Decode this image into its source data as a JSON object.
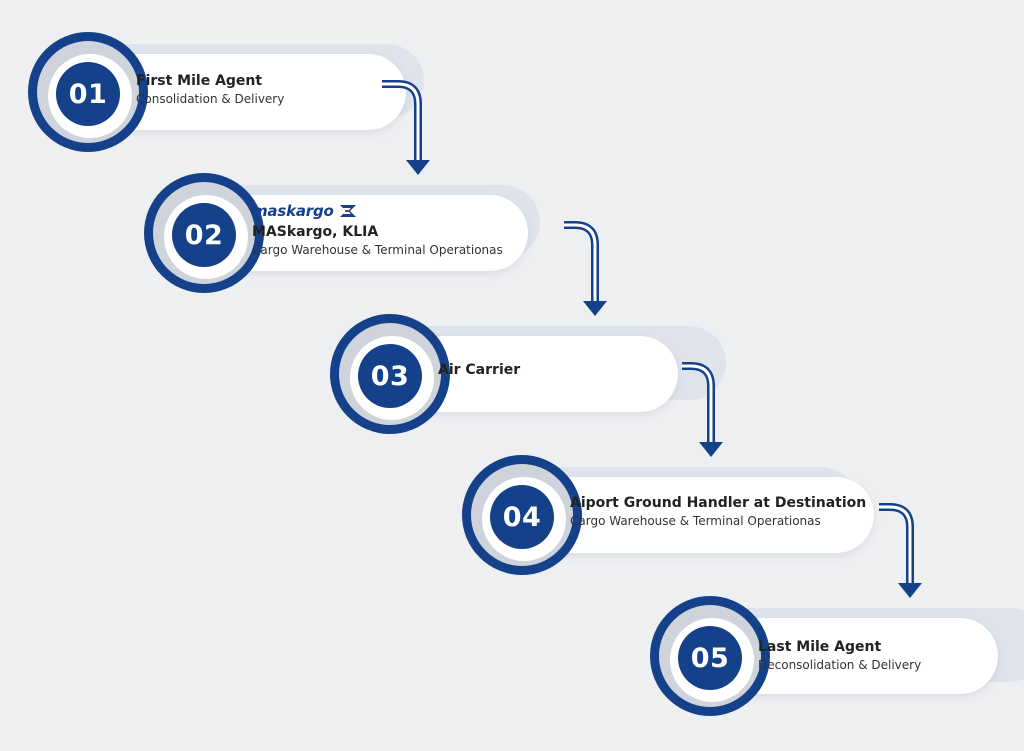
{
  "steps": [
    {
      "number": "01",
      "title": "First Mile Agent",
      "subtitle": "Consolidation & Delivery"
    },
    {
      "number": "02",
      "logo": "maskargo",
      "title": "MASkargo, KLIA",
      "subtitle": "Cargo Warehouse & Terminal Operationas"
    },
    {
      "number": "03",
      "title": "Air Carrier",
      "subtitle": ""
    },
    {
      "number": "04",
      "title": "Aiport Ground Handler at Destination",
      "subtitle": "Cargo Warehouse & Terminal Operationas"
    },
    {
      "number": "05",
      "title": "Last Mile Agent",
      "subtitle": "Deconsolidation & Delivery"
    }
  ],
  "colors": {
    "brand": "#14418a",
    "ring": "#ced3dc",
    "background": "#eeeff1"
  }
}
